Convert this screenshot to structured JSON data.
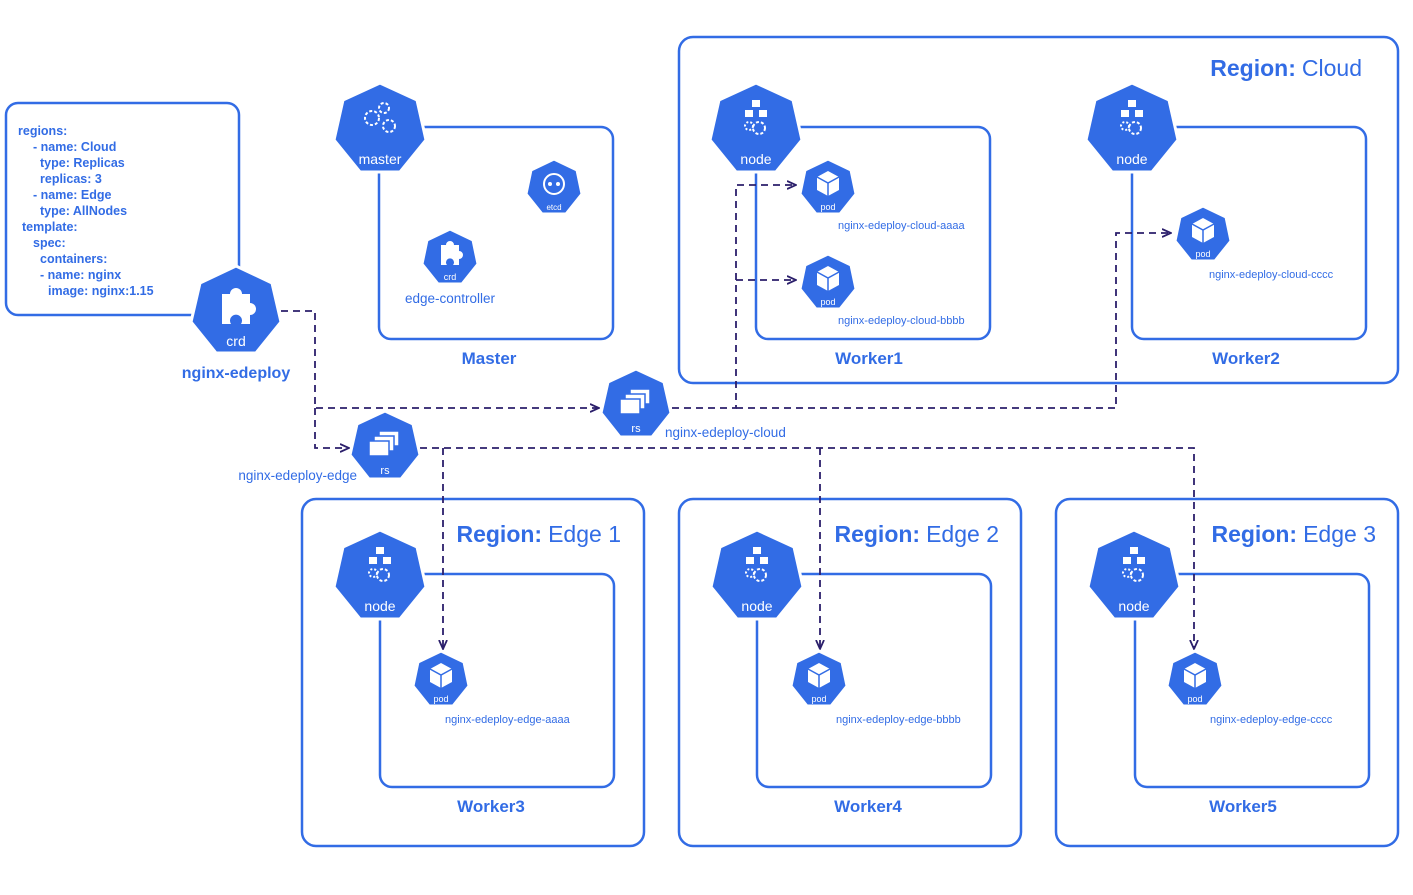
{
  "colors": {
    "accent": "#326ce5",
    "edge": "#2b1f6b"
  },
  "spec": {
    "lines": [
      "regions:",
      "- name: Cloud",
      "type: Replicas",
      "replicas: 3",
      "- name: Edge",
      "type: AllNodes",
      "template:",
      "spec:",
      "containers:",
      "- name: nginx",
      "image: nginx:1.15"
    ]
  },
  "crd": {
    "icon_label": "crd",
    "name": "nginx-edeploy"
  },
  "master": {
    "box_label": "Master",
    "icon_label": "master",
    "etcd_label": "etcd",
    "controller_icon_label": "crd",
    "controller_name": "edge-controller"
  },
  "cloud": {
    "region_prefix": "Region:",
    "region_name": "Cloud",
    "workers": [
      {
        "label": "Worker1",
        "node_label": "node",
        "pods": [
          {
            "icon": "pod",
            "name": "nginx-edeploy-cloud-aaaa"
          },
          {
            "icon": "pod",
            "name": "nginx-edeploy-cloud-bbbb"
          }
        ]
      },
      {
        "label": "Worker2",
        "node_label": "node",
        "pods": [
          {
            "icon": "pod",
            "name": "nginx-edeploy-cloud-cccc"
          }
        ]
      }
    ]
  },
  "rs": [
    {
      "icon_label": "rs",
      "name": "nginx-edeploy-cloud"
    },
    {
      "icon_label": "rs",
      "name": "nginx-edeploy-edge"
    }
  ],
  "edge_regions": [
    {
      "prefix": "Region:",
      "name": "Edge 1",
      "worker": "Worker3",
      "node_label": "node",
      "pod_icon": "pod",
      "pod": "nginx-edeploy-edge-aaaa"
    },
    {
      "prefix": "Region:",
      "name": "Edge 2",
      "worker": "Worker4",
      "node_label": "node",
      "pod_icon": "pod",
      "pod": "nginx-edeploy-edge-bbbb"
    },
    {
      "prefix": "Region:",
      "name": "Edge 3",
      "worker": "Worker5",
      "node_label": "node",
      "pod_icon": "pod",
      "pod": "nginx-edeploy-edge-cccc"
    }
  ]
}
